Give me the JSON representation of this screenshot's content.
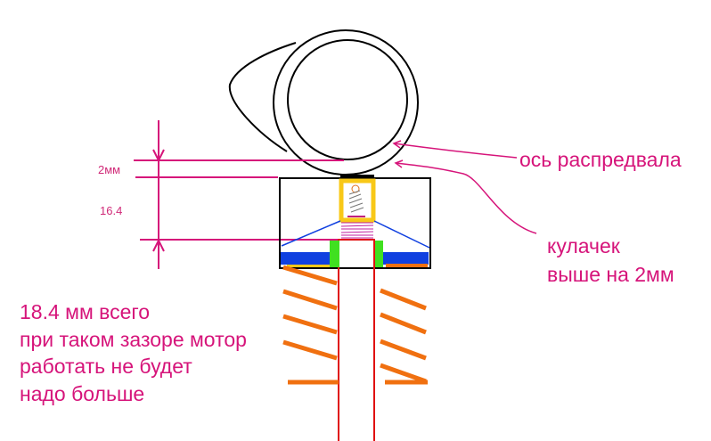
{
  "dimensions": {
    "gap_label": "2мм",
    "height_label": "16.4"
  },
  "callouts": {
    "camshaft_axis": "ось распредвала",
    "cam_line1": "кулачек",
    "cam_line2": "выше на 2мм"
  },
  "note": [
    "18.4 мм всего",
    "при таком зазоре мотор",
    "работать не будет",
    "надо больше"
  ],
  "colors": {
    "annotation": "#d6147a",
    "spring": "#f07010",
    "stem": "#e01010",
    "shim": "#1040e0",
    "seal": "#40e020",
    "bucket": "#f8c818"
  }
}
